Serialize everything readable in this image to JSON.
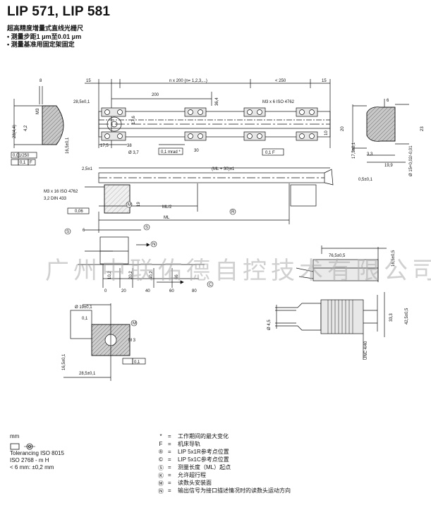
{
  "header": {
    "title": "LIP 571, LIP 581",
    "subtitle": "超高精度增量式直线光栅尺",
    "bullets": [
      "• 测量步距1 μm至0.01 μm",
      "• 测量基准用固定架固定"
    ]
  },
  "dimensions": {
    "d15a": "15",
    "n200": "n x 200 (n= 1,2,3,...)",
    "lt250": "< 250",
    "d15b": "15",
    "d8": "8",
    "d200": "200",
    "d28_5": "28,5±0,1",
    "m3x6": "M3 x 6 ISO 4762",
    "d36_4": "36,4",
    "d17_6": "17,6",
    "d6": "6",
    "m3": "M3",
    "d4_2": "4,2",
    "d28": "28(4,4)",
    "d17_5": "17,5",
    "d16_5": "16,5±0,1",
    "d38": "38",
    "d3_7": "Ø 3,7",
    "mrad": "0,1 mrad *",
    "d30": "30",
    "f01": "0,1 F",
    "d10": "10",
    "d20": "20",
    "d23": "23",
    "d3_3": "3,3",
    "d19_9": "19,9",
    "d15_2": "Ø 15+0,02/-0,01",
    "d17_5b": "17,5±0,1",
    "d0_5": "0,5±0,1",
    "tol1": "0,01/250",
    "tol2": "0,1",
    "tolF": "F",
    "d2_5": "2,5±1",
    "mlplus30": "(ML + 30)±1",
    "m3x16": "M3 x 16 ISO 4762",
    "din433": "3,2 DIN 433",
    "d0_06": "0,06",
    "ml2": "ML/2",
    "ml": "ML",
    "d19": "19",
    "d6b": "6",
    "tick0": "0",
    "tick20": "20",
    "tick40": "40",
    "tick60": "60",
    "tick80": "80",
    "d10_2": "10,2",
    "d20_2": "20,2",
    "d40_2": "40,2",
    "d66": "66",
    "d19d": "Ø 19±0,1",
    "d0_1b": "0,1",
    "m3b": "M 3",
    "d0_1c": "0,1",
    "d28_5b": "28,5±0,1",
    "d16_5b": "16,5±0,1",
    "d16_5c": "16,5±0,5",
    "d76_5": "76,5±0,5",
    "d33_3": "33,3",
    "d42_5": "42,5±0,5",
    "d4_5": "Ø 4,5",
    "unc": "UNC 4/40"
  },
  "refs": {
    "M": "M",
    "R": "R",
    "S": "S",
    "C": "C",
    "K": "K",
    "N": "N"
  },
  "watermark": "广州中联佑德自控技术有限公司",
  "tolerancing": {
    "unit": "mm",
    "lines": [
      "Tolerancing ISO 8015",
      "ISO 2768 - m H",
      "< 6 mm: ±0,2 mm"
    ]
  },
  "legend": [
    {
      "sym": "*",
      "text": "工作期间的最大变化"
    },
    {
      "sym": "F",
      "text": "机床导轨"
    },
    {
      "sym": "®",
      "text": "LIP 5x1R参考点位置"
    },
    {
      "sym": "©",
      "text": "LIP 5x1C参考点位置"
    },
    {
      "sym": "Ⓢ",
      "text": "测量长度（ML）起点"
    },
    {
      "sym": "Ⓚ",
      "text": "允许超行程"
    },
    {
      "sym": "Ⓜ",
      "text": "读数头安装面"
    },
    {
      "sym": "Ⓝ",
      "text": "输出信号为接口描述情况时的读数头运动方向"
    }
  ],
  "legend_eq": "="
}
